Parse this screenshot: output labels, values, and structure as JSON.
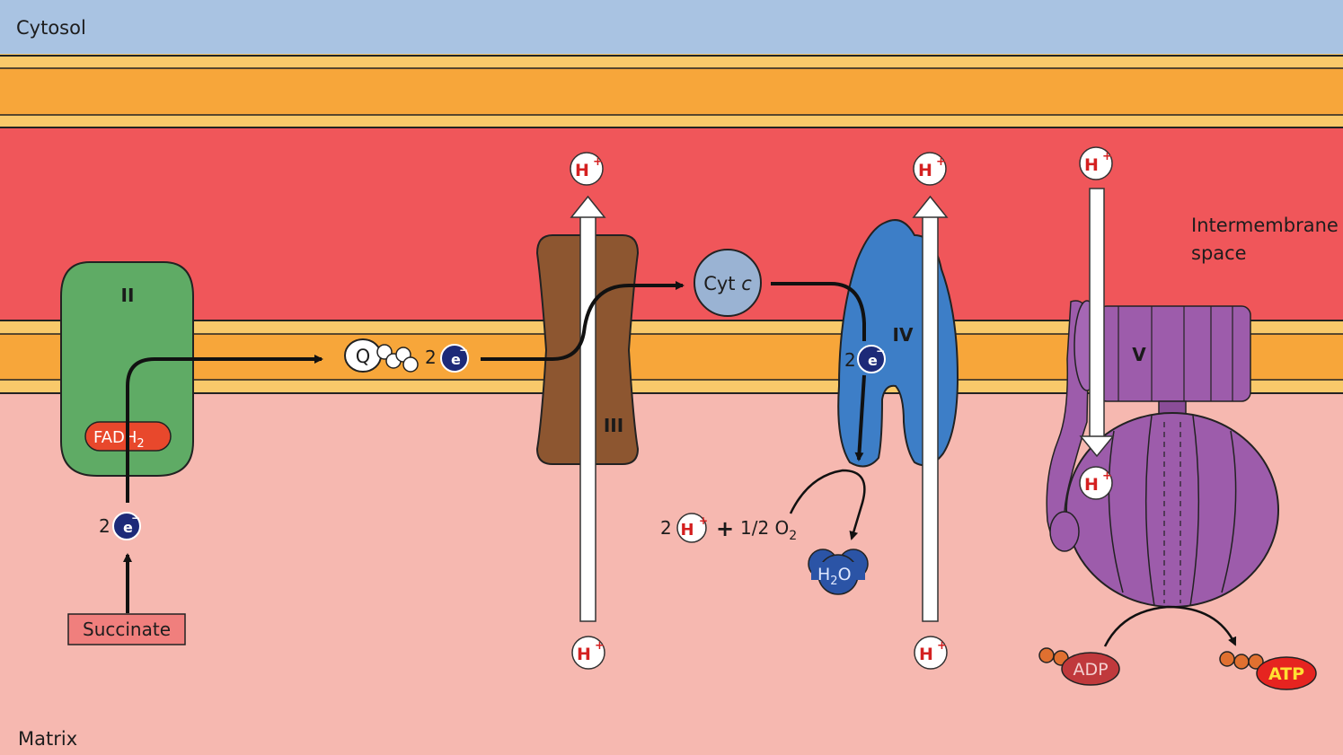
{
  "regions": {
    "cytosol": "Cytosol",
    "intermembrane": [
      "Intermembrane",
      "space"
    ],
    "matrix": "Matrix"
  },
  "complexes": {
    "ii": "II",
    "iii": "III",
    "iv": "IV",
    "v": "V"
  },
  "molecules": {
    "fadh2_main": "FADH",
    "fadh2_sub": "2",
    "succinate": "Succinate",
    "q": "Q",
    "cyt_c_main": "Cyt ",
    "cyt_c_italic": "c",
    "h2o_h": "H",
    "h2o_sub": "2",
    "h2o_o": "O",
    "adp": "ADP",
    "atp": "ATP"
  },
  "electrons": {
    "coefficient": "2",
    "symbol": "e",
    "charge": "−"
  },
  "protons": {
    "symbol": "H",
    "charge": "+"
  },
  "reaction": {
    "coefficient": "2",
    "plus": "+",
    "half_o2_main": "1/2 O",
    "half_o2_sub": "2"
  },
  "colors": {
    "cytosol": "#a9c3e2",
    "outer_membrane": "#f7a63a",
    "intermembrane": "#f0565a",
    "inner_membrane": "#f7a63a",
    "matrix": "#f6b8b0",
    "complex_ii": "#5fab65",
    "complex_iii": "#8d5630",
    "complex_iv": "#3d7ec7",
    "complex_v": "#9d5cab",
    "cyt_c": "#9ab3d3",
    "fadh2": "#e8482c",
    "succinate": "#f07f7d",
    "electron": "#1d2a78",
    "h2o": "#2b54a6",
    "adp": "#c0393c",
    "atp": "#e62420",
    "atp_text": "#ffe033",
    "phosphate": "#e07030"
  }
}
